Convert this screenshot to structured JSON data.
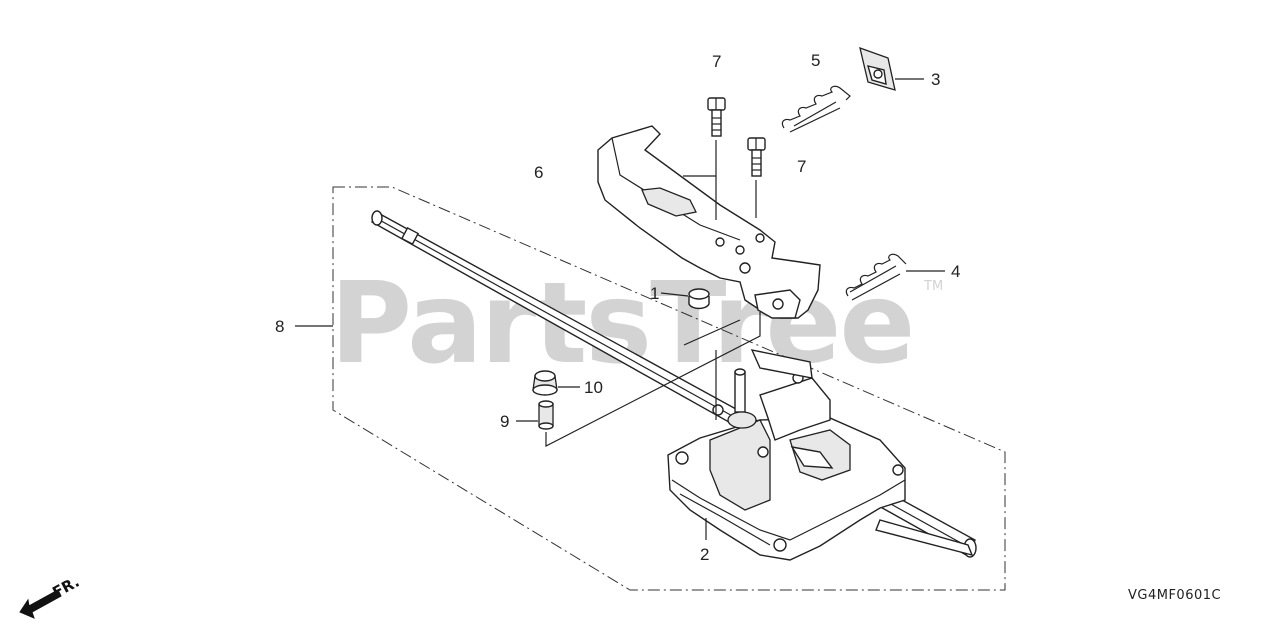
{
  "watermark": {
    "text": "PartsTree",
    "trademark": "TM"
  },
  "diagram_code": "VG4MF0601C",
  "direction_label": "FR.",
  "callouts": [
    {
      "id": "1",
      "label": "1"
    },
    {
      "id": "2",
      "label": "2"
    },
    {
      "id": "3",
      "label": "3"
    },
    {
      "id": "4",
      "label": "4"
    },
    {
      "id": "5",
      "label": "5"
    },
    {
      "id": "6",
      "label": "6"
    },
    {
      "id": "7a",
      "label": "7"
    },
    {
      "id": "7b",
      "label": "7"
    },
    {
      "id": "8",
      "label": "8"
    },
    {
      "id": "9",
      "label": "9"
    },
    {
      "id": "10",
      "label": "10"
    }
  ]
}
